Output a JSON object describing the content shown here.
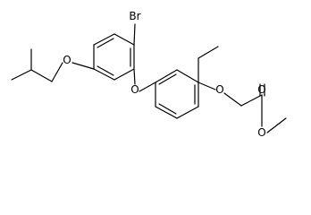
{
  "molecule": {
    "atoms": [
      {
        "id": "br",
        "label": "Br",
        "name": "bromine-atom"
      },
      {
        "id": "o1",
        "label": "O",
        "name": "isobutoxy-oxygen-atom"
      },
      {
        "id": "o2",
        "label": "O",
        "name": "diaryl-ether-oxygen-atom"
      },
      {
        "id": "o3",
        "label": "O",
        "name": "phenoxy-oxygen-atom"
      },
      {
        "id": "o4",
        "label": "O",
        "name": "carbonyl-oxygen-atom"
      },
      {
        "id": "o5",
        "label": "O",
        "name": "ester-oxygen-atom"
      }
    ],
    "colors": {
      "bond": "#000000",
      "label": "#000000",
      "background": "#ffffff"
    }
  }
}
